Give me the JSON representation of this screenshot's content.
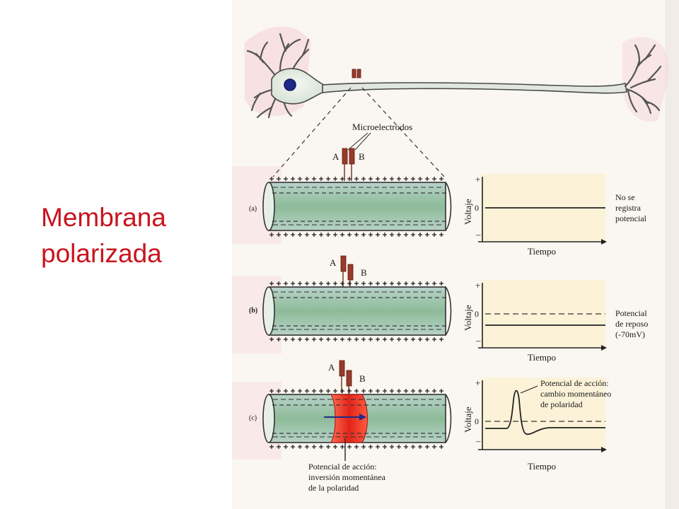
{
  "title": {
    "line1": "Membrana",
    "line2": "polarizada"
  },
  "colors": {
    "title_red": "#c8141e",
    "page_bg": "#faf6f1",
    "axon_fill": "#cfe0d8",
    "axon_core": "#8fbf9a",
    "action_region": "#e8301c",
    "electrode": "#9a3a2a",
    "graph_bg": "#fbf2d8",
    "nucleus": "#1e2a8a"
  },
  "labels": {
    "microelectrodes": "Microelectrodos",
    "electrode_a": "A",
    "electrode_b": "B",
    "axis_voltage": "Voltaje",
    "axis_time": "Tiempo",
    "zero": "0",
    "plus": "+",
    "minus": "–"
  },
  "panels": {
    "a": {
      "tag": "(a)",
      "note": [
        "No se",
        "registra",
        "potencial"
      ]
    },
    "b": {
      "tag": "(b)",
      "note": [
        "Potencial",
        "de reposo",
        "(-70mV)"
      ]
    },
    "c": {
      "tag": "(c)",
      "note": [
        "Potencial de acción:",
        "cambio momentáneo",
        "de polaridad"
      ],
      "bottom_note": [
        "Potencial de acción:",
        "inversión momentánea",
        "de la polaridad"
      ]
    }
  }
}
